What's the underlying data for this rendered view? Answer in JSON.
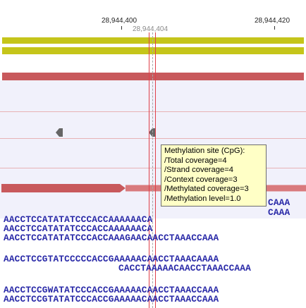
{
  "ruler": {
    "left_label": "28,944,400",
    "right_label": "28,944,420",
    "cursor_label": "28,944,404"
  },
  "tooltip": {
    "lines": [
      "Methylation site (CpG):",
      "/Total coverage=4",
      "/Strand coverage=4",
      "/Context coverage=3",
      "/Methylated coverage=3",
      "/Methylation level=1.0"
    ]
  },
  "reads": [
    "AACCTCCATATATCCCACCAAAAAACA",
    "AACCTCCATATATCCCACCAAAAAACA",
    "AACCTCCATATATCCCACCAAAGAACAACCTAAACCAAA",
    "AACCTCCGTATCCCCCACCGAAAAACAACCTAAACAAAA",
    "CACCTAAAAACAACCTAAACCAAA",
    "AACCTCCGWATATCCCACCGAAAAACAACCTAAACCAAA",
    "AACCTCCGTATATCCCACCGAAAAACAACCTAAACCAAA"
  ],
  "clipped_reads": [
    "CAAA",
    "CAAA"
  ],
  "colors": {
    "yellow_band": "#c5c51a",
    "red_band": "#c8595c",
    "sequence_text": "#2a2aa8",
    "cursor_line": "#e0404a",
    "tooltip_bg": "#ffffc6"
  }
}
